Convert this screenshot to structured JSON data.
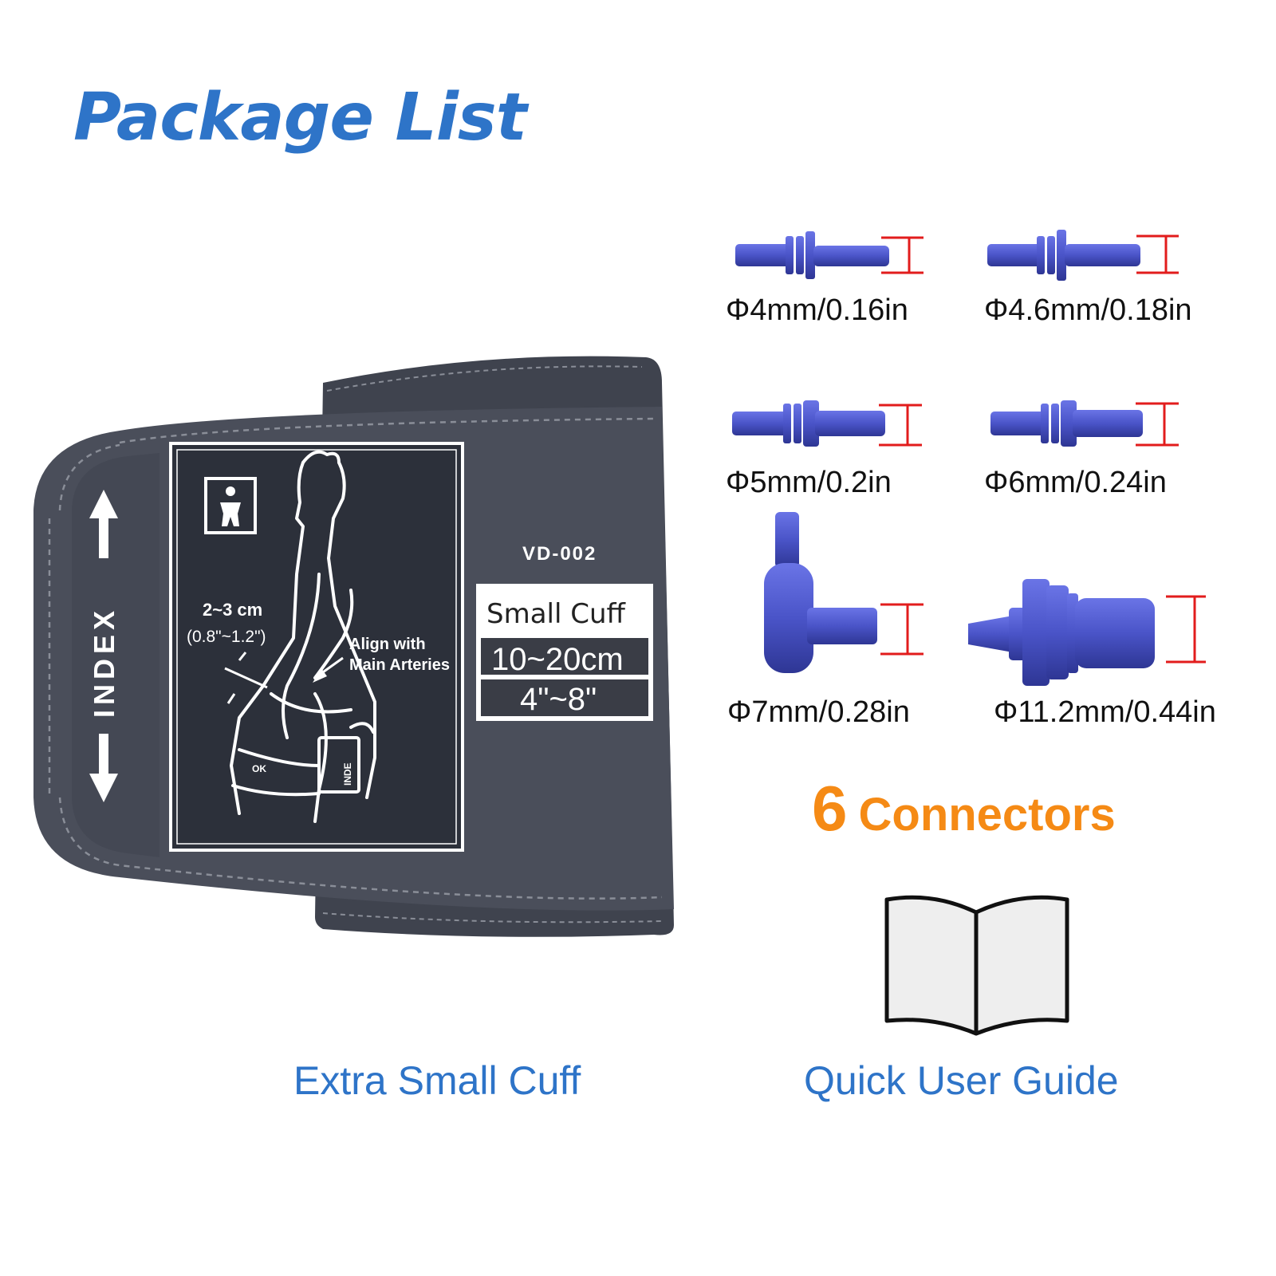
{
  "title": "Package List",
  "cuff": {
    "model": "VD-002",
    "size_name": "Small  Cuff",
    "range_cm": "10~20cm",
    "range_in": "4\"~8\"",
    "index_label": "INDEX",
    "spacing": "2~3 cm",
    "spacing_in": "(0.8\"~1.2\")",
    "align_line1": "Align with",
    "align_line2": "Main Arteries",
    "ok_label": "OK",
    "inde_label": "INDE",
    "fabric_color": "#4a4e5a",
    "caption": "Extra Small Cuff"
  },
  "connectors": {
    "color": "#4a54c8",
    "marker_color": "#e21c1c",
    "items": [
      {
        "label": "Φ4mm/0.16in"
      },
      {
        "label": "Φ4.6mm/0.18in"
      },
      {
        "label": "Φ5mm/0.2in"
      },
      {
        "label": "Φ6mm/0.24in"
      },
      {
        "label": "Φ7mm/0.28in"
      },
      {
        "label": "Φ11.2mm/0.44in"
      }
    ],
    "count": "6",
    "count_word": "Connectors",
    "count_color": "#f58a15"
  },
  "guide": {
    "caption": "Quick User Guide"
  },
  "accent_color": "#2e74c8"
}
